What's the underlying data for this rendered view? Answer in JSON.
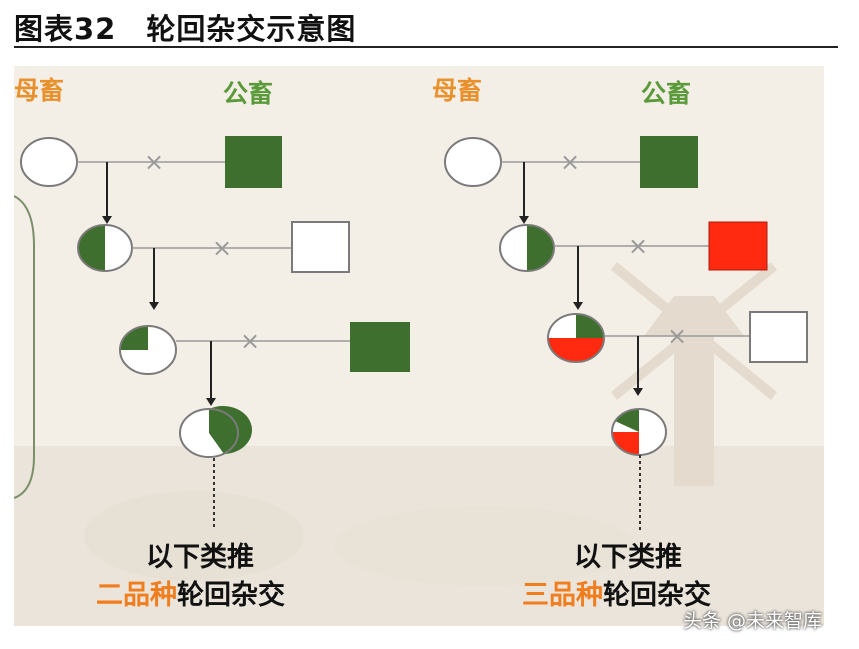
{
  "figure_title": "图表32　轮回杂交示意图",
  "left": {
    "dam_label": "母畜",
    "sire_label": "公畜",
    "note_line1": "以下类推",
    "note_highlight": "二品种",
    "note_rest": "轮回杂交"
  },
  "right": {
    "dam_label": "母畜",
    "sire_label": "公畜",
    "note_line1": "以下类推",
    "note_highlight": "三品种",
    "note_rest": "轮回杂交"
  },
  "cross_symbol": "×",
  "watermark": "头条 @未来智库",
  "colors": {
    "breed_green": "#3f6f2e",
    "breed_red": "#ff2a10",
    "label_orange": "#e8902c",
    "label_green": "#5a9a3a",
    "highlight_orange": "#f07d1e"
  }
}
